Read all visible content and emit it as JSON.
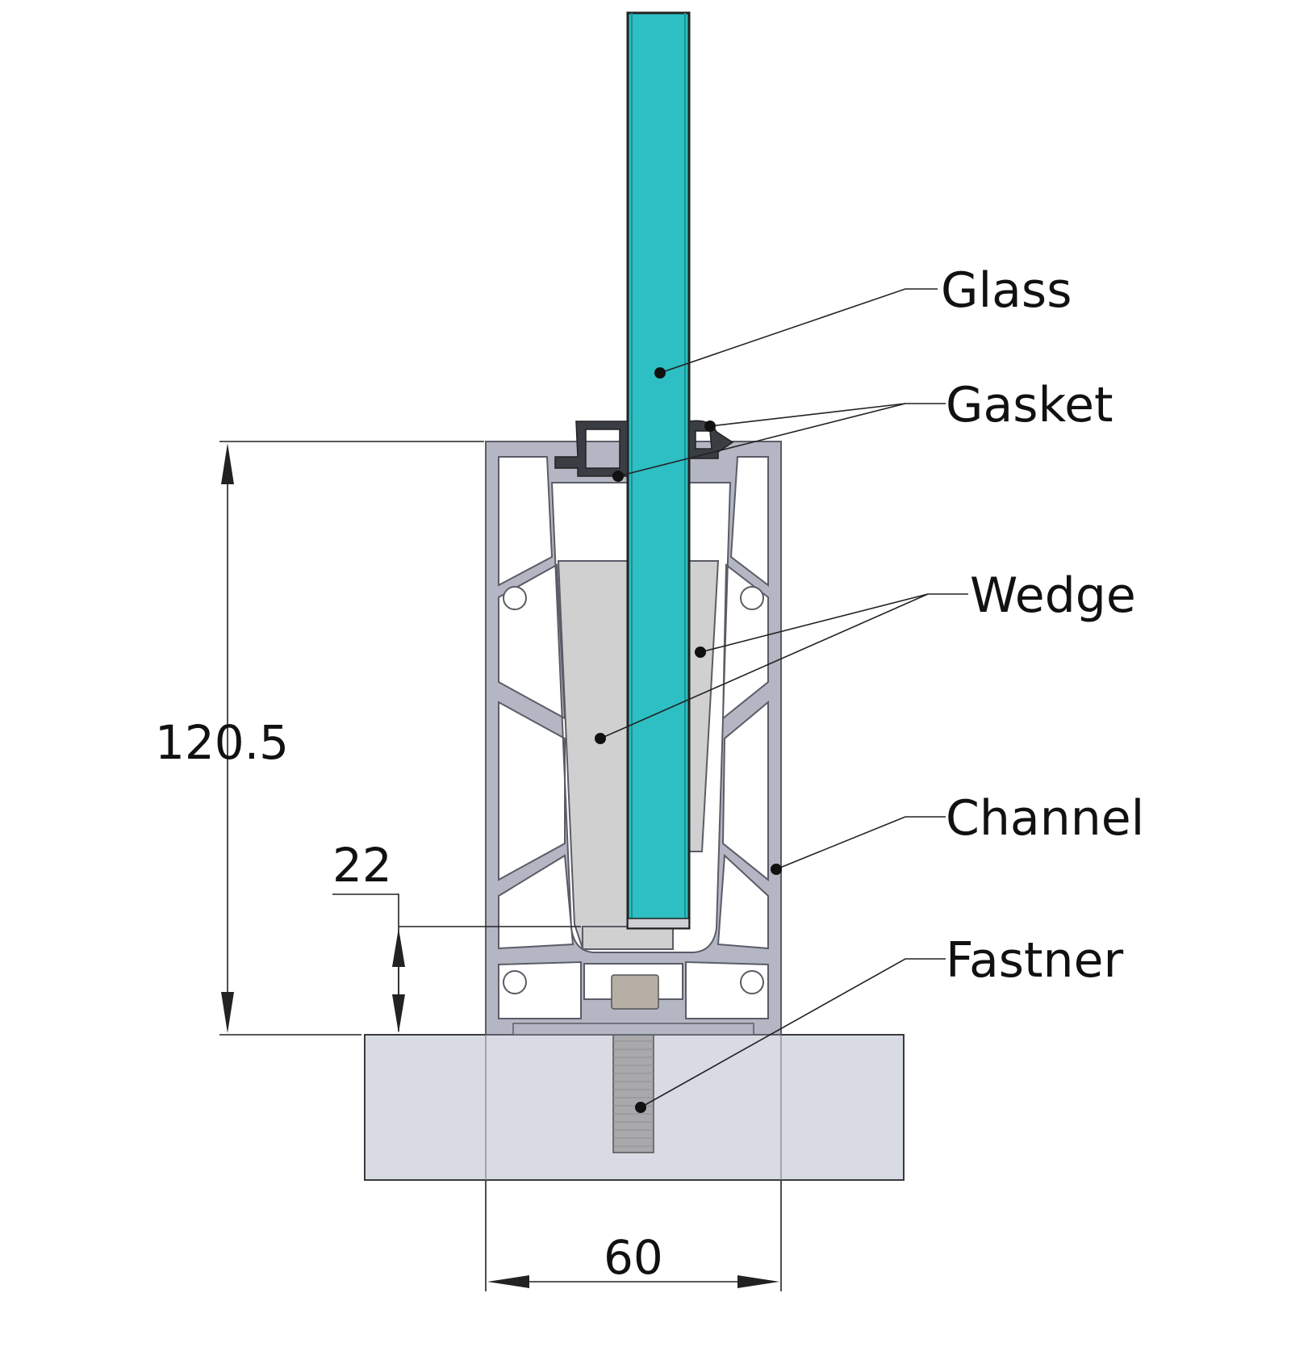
{
  "labels": {
    "glass": "Glass",
    "gasket": "Gasket",
    "wedge": "Wedge",
    "channel": "Channel",
    "fastener": "Fastner"
  },
  "dimensions": {
    "height": "120.5",
    "base_gap": "22",
    "width": "60"
  },
  "colors": {
    "glass": "#2dbfc3",
    "channel": "#b4b6c4",
    "channel_dark": "#5a5c66",
    "wedge": "#d0d0d0",
    "gasket": "#3b3d44",
    "slab": "#d9dbe4",
    "fastener": "#a9a9ab",
    "fastener_head": "#b6afa6"
  }
}
